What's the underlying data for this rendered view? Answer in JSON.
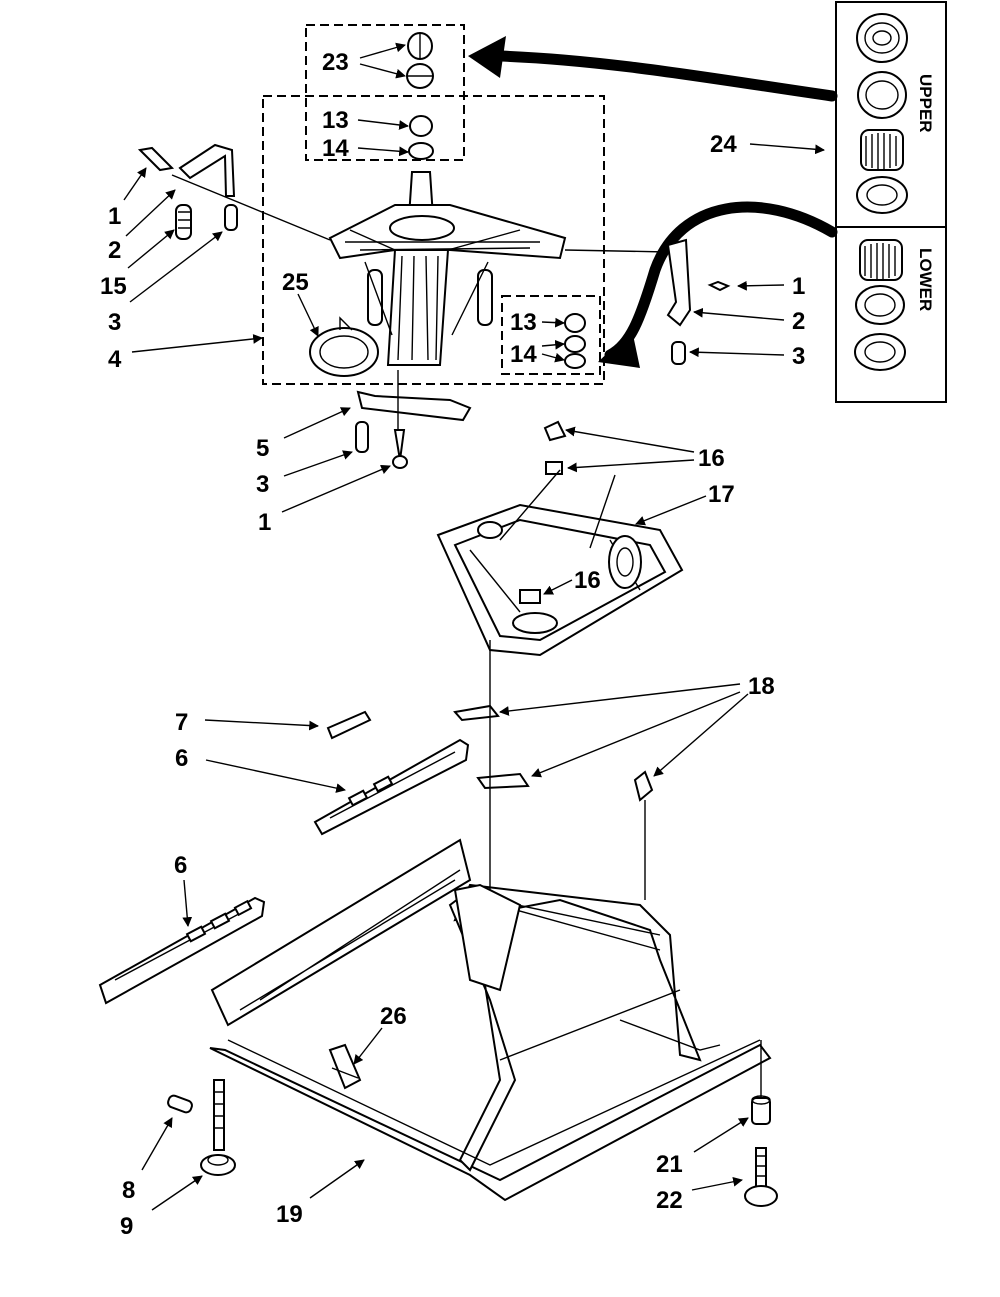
{
  "callouts": {
    "c23": "23",
    "c13a": "13",
    "c14a": "14",
    "c1a": "1",
    "c2a": "2",
    "c15": "15",
    "c3a": "3",
    "c4": "4",
    "c25": "25",
    "c13b": "13",
    "c14b": "14",
    "c1b": "1",
    "c2b": "2",
    "c3b": "3",
    "c24": "24",
    "c5": "5",
    "c3c": "3",
    "c1c": "1",
    "c16a": "16",
    "c17": "17",
    "c16b": "16",
    "c18": "18",
    "c7": "7",
    "c6a": "6",
    "c6b": "6",
    "c26": "26",
    "c8": "8",
    "c9": "9",
    "c19": "19",
    "c21": "21",
    "c22": "22"
  },
  "kit_panel": {
    "upper_label": "UPPER",
    "lower_label": "LOWER"
  }
}
